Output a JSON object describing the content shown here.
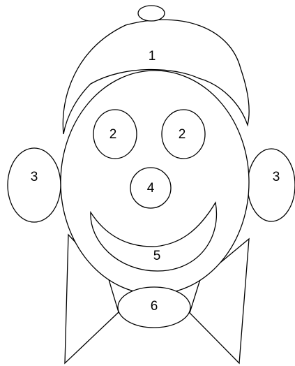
{
  "labels": {
    "hat": "1",
    "eye_left": "2",
    "eye_right": "2",
    "ear_left": "3",
    "ear_right": "3",
    "nose": "4",
    "mouth": "5",
    "bow_knot": "6"
  },
  "colors": {
    "stroke": "#000000",
    "fill": "#ffffff"
  }
}
